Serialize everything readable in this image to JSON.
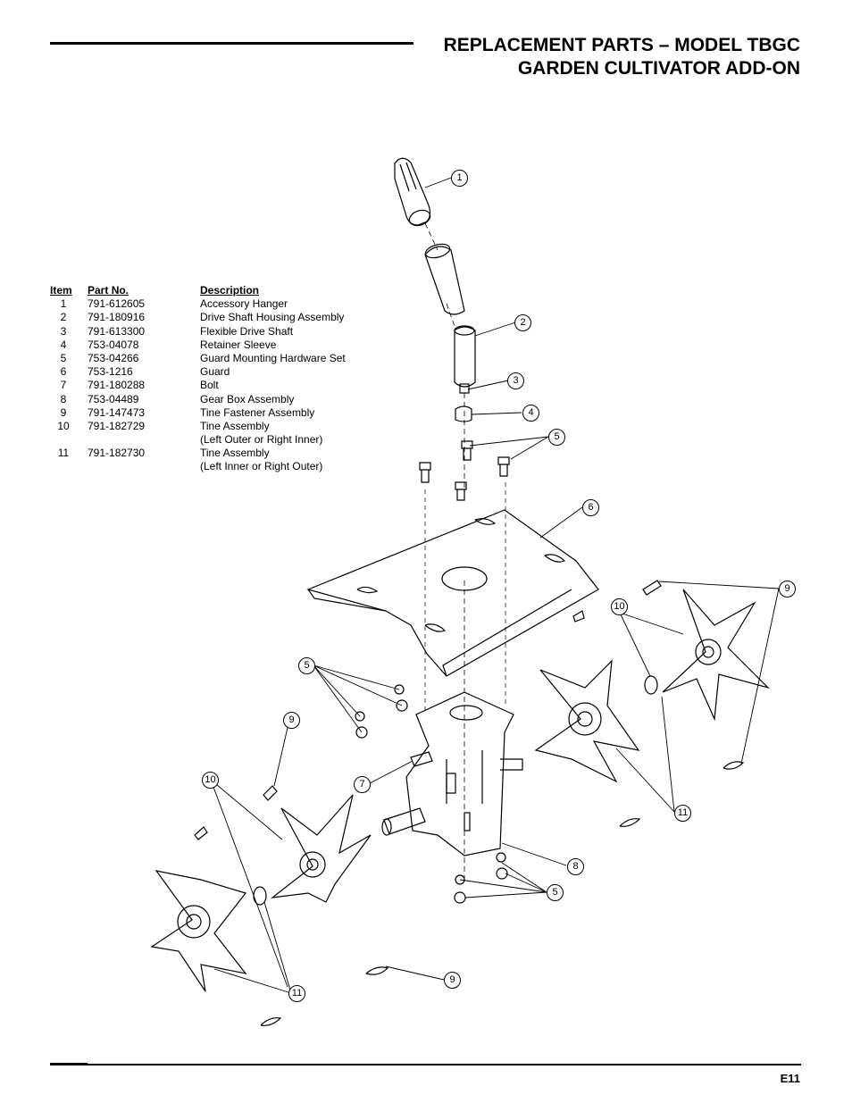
{
  "header": {
    "title_line1": "REPLACEMENT PARTS – MODEL TBGC",
    "title_line2": "GARDEN CULTIVATOR ADD-ON"
  },
  "table": {
    "headers": {
      "item": "Item",
      "part_prefix": "Part",
      "part_suffix": "No.",
      "description": "Description"
    },
    "rows": [
      {
        "item": "1",
        "part": "791-612605",
        "desc": "Accessory Hanger"
      },
      {
        "item": "2",
        "part": "791-180916",
        "desc": "Drive Shaft Housing Assembly"
      },
      {
        "item": "3",
        "part": "791-613300",
        "desc": "Flexible Drive Shaft"
      },
      {
        "item": "4",
        "part": "753-04078",
        "desc": "Retainer Sleeve"
      },
      {
        "item": "5",
        "part": "753-04266",
        "desc": "Guard Mounting Hardware Set"
      },
      {
        "item": "6",
        "part": "753-1216",
        "desc": "Guard"
      },
      {
        "item": "7",
        "part": "791-180288",
        "desc": "Bolt"
      },
      {
        "item": "8",
        "part": "753-04489",
        "desc": "Gear Box Assembly"
      },
      {
        "item": "9",
        "part": "791-147473",
        "desc": "Tine Fastener Assembly"
      },
      {
        "item": "10",
        "part": "791-182729",
        "desc": "Tine Assembly"
      },
      {
        "item": "",
        "part": "",
        "desc": "(Left Outer or Right  Inner)"
      },
      {
        "item": "11",
        "part": "791-182730",
        "desc": "Tine Assembly"
      },
      {
        "item": "",
        "part": "",
        "desc": "(Left Inner or Right Outer)"
      }
    ]
  },
  "callouts": {
    "c1": "1",
    "c2": "2",
    "c3": "3",
    "c4": "4",
    "c5a": "5",
    "c6": "6",
    "c9a": "9",
    "c10a": "10",
    "c5b": "5",
    "c9b": "9",
    "c7": "7",
    "c10b": "10",
    "c11a": "11",
    "c8": "8",
    "c5c": "5",
    "c9c": "9",
    "c11b": "11"
  },
  "footer": {
    "page": "E11"
  }
}
